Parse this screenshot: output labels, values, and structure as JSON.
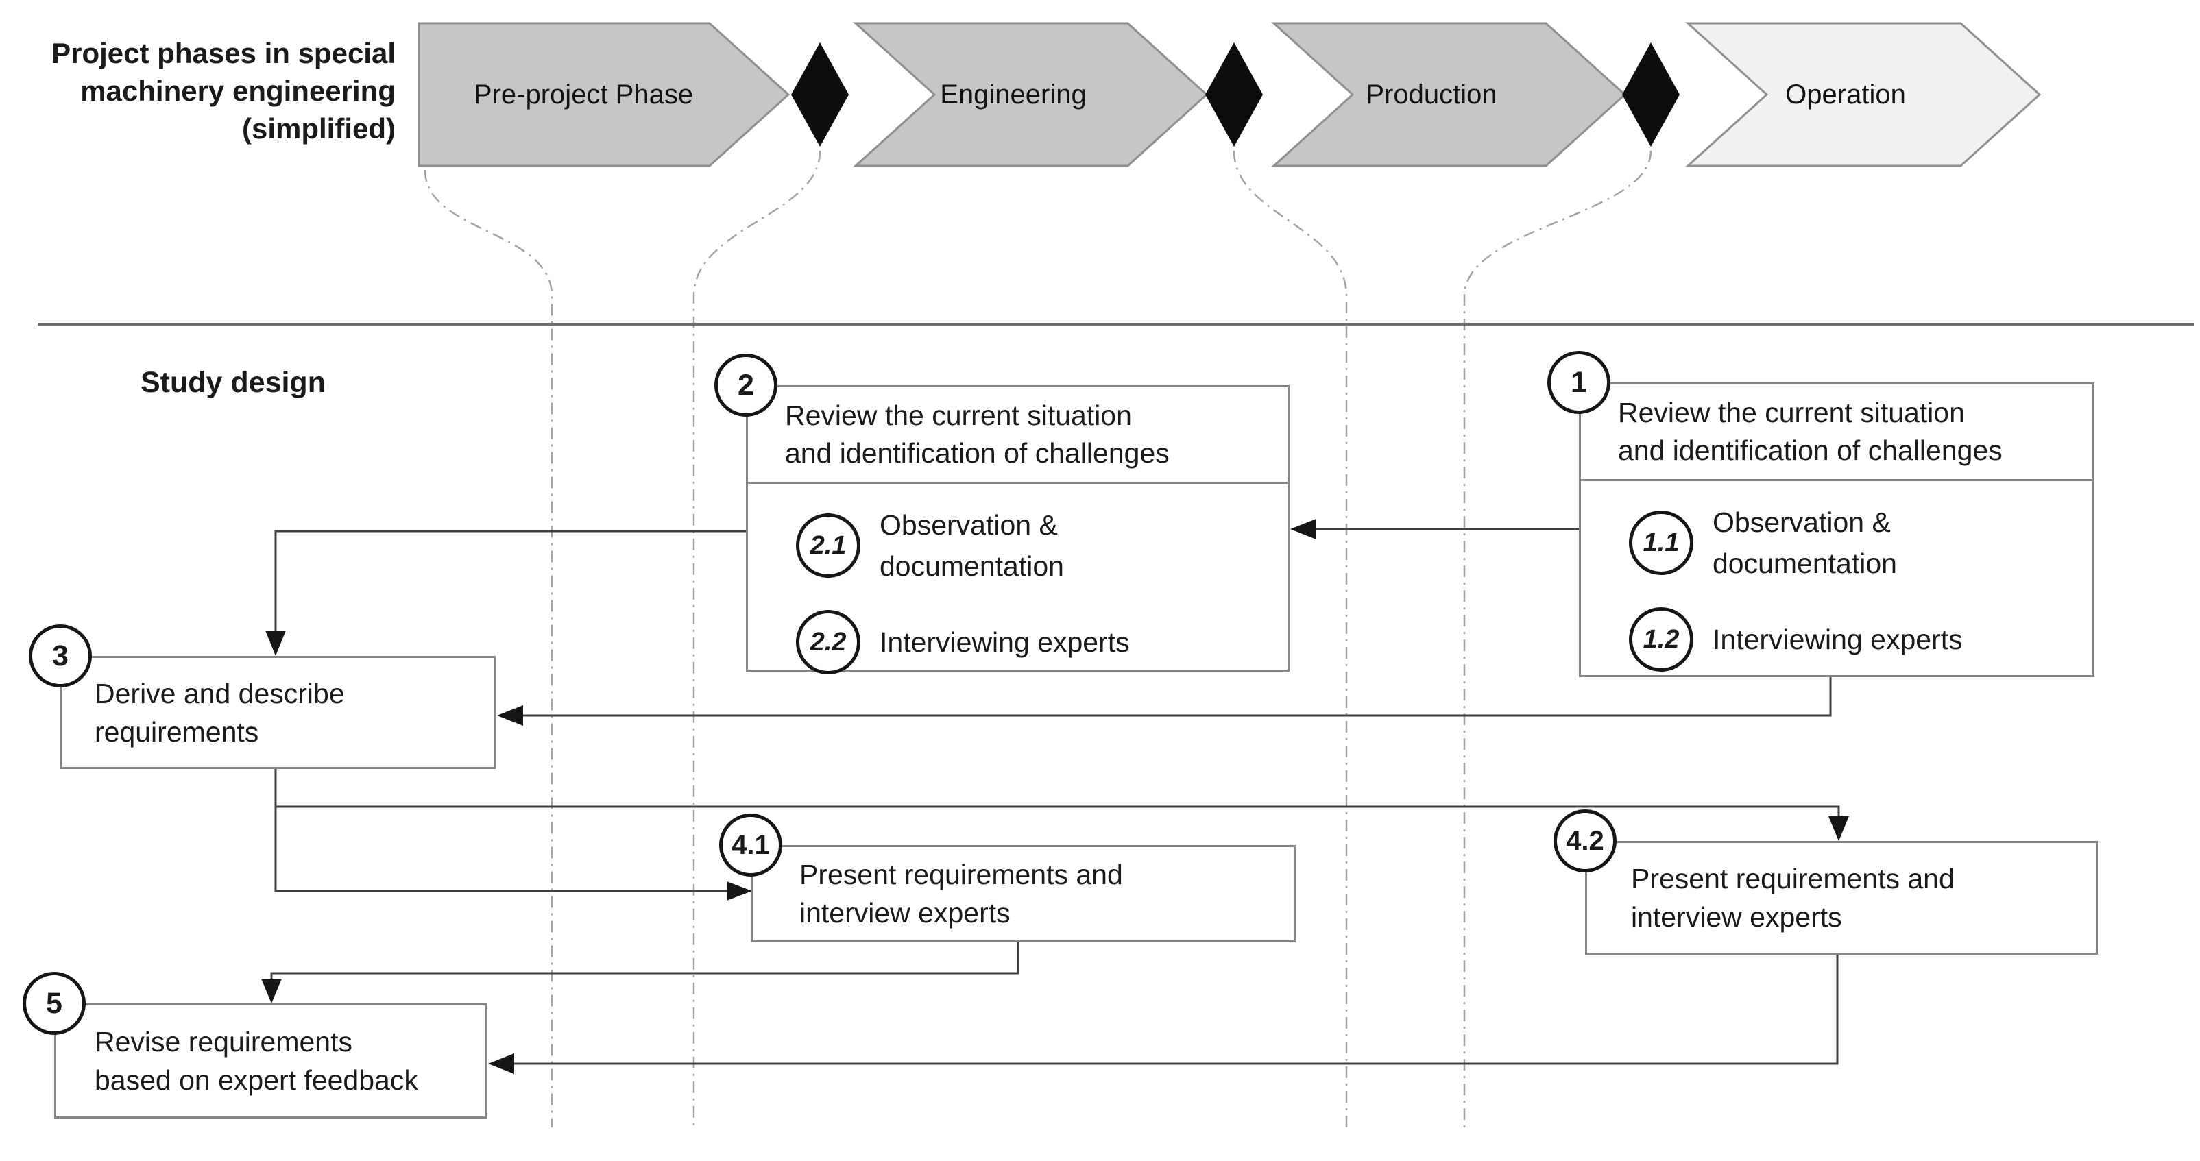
{
  "figure": {
    "phases_title": "Project phases in special\nmachinery engineering\n(simplified)",
    "phases": [
      {
        "label": "Pre-project Phase"
      },
      {
        "label": "Engineering"
      },
      {
        "label": "Production"
      },
      {
        "label": "Operation"
      }
    ],
    "section_label": "Study design",
    "boxes": {
      "review_right": {
        "badge": "1",
        "title": "Review the current situation\nand identification of challenges",
        "items": [
          {
            "badge": "1.1",
            "label": "Observation &\ndocumentation"
          },
          {
            "badge": "1.2",
            "label": "Interviewing experts"
          }
        ]
      },
      "review_mid": {
        "badge": "2",
        "title": "Review the current situation\nand identification of challenges",
        "items": [
          {
            "badge": "2.1",
            "label": "Observation &\ndocumentation"
          },
          {
            "badge": "2.2",
            "label": "Interviewing experts"
          }
        ]
      },
      "derive": {
        "badge": "3",
        "label": "Derive and describe\nrequirements"
      },
      "present_mid": {
        "badge": "4.1",
        "label": "Present requirements and\ninterview experts"
      },
      "present_right": {
        "badge": "4.2",
        "label": "Present requirements and\ninterview experts"
      },
      "revise": {
        "badge": "5",
        "label": "Revise requirements\nbased on expert feedback"
      }
    },
    "colors": {
      "phase_fill": "#c6c6c6",
      "phase_fill_light": "#f1f1f1",
      "phase_border": "#8f8f8f",
      "milestone_diamond": "#0d0d0d",
      "box_border": "#858585",
      "connector": "#3f3f3f",
      "dash_guide": "#a3a3a3",
      "separator": "#6e6e6e",
      "text": "#1a1a1a"
    }
  }
}
